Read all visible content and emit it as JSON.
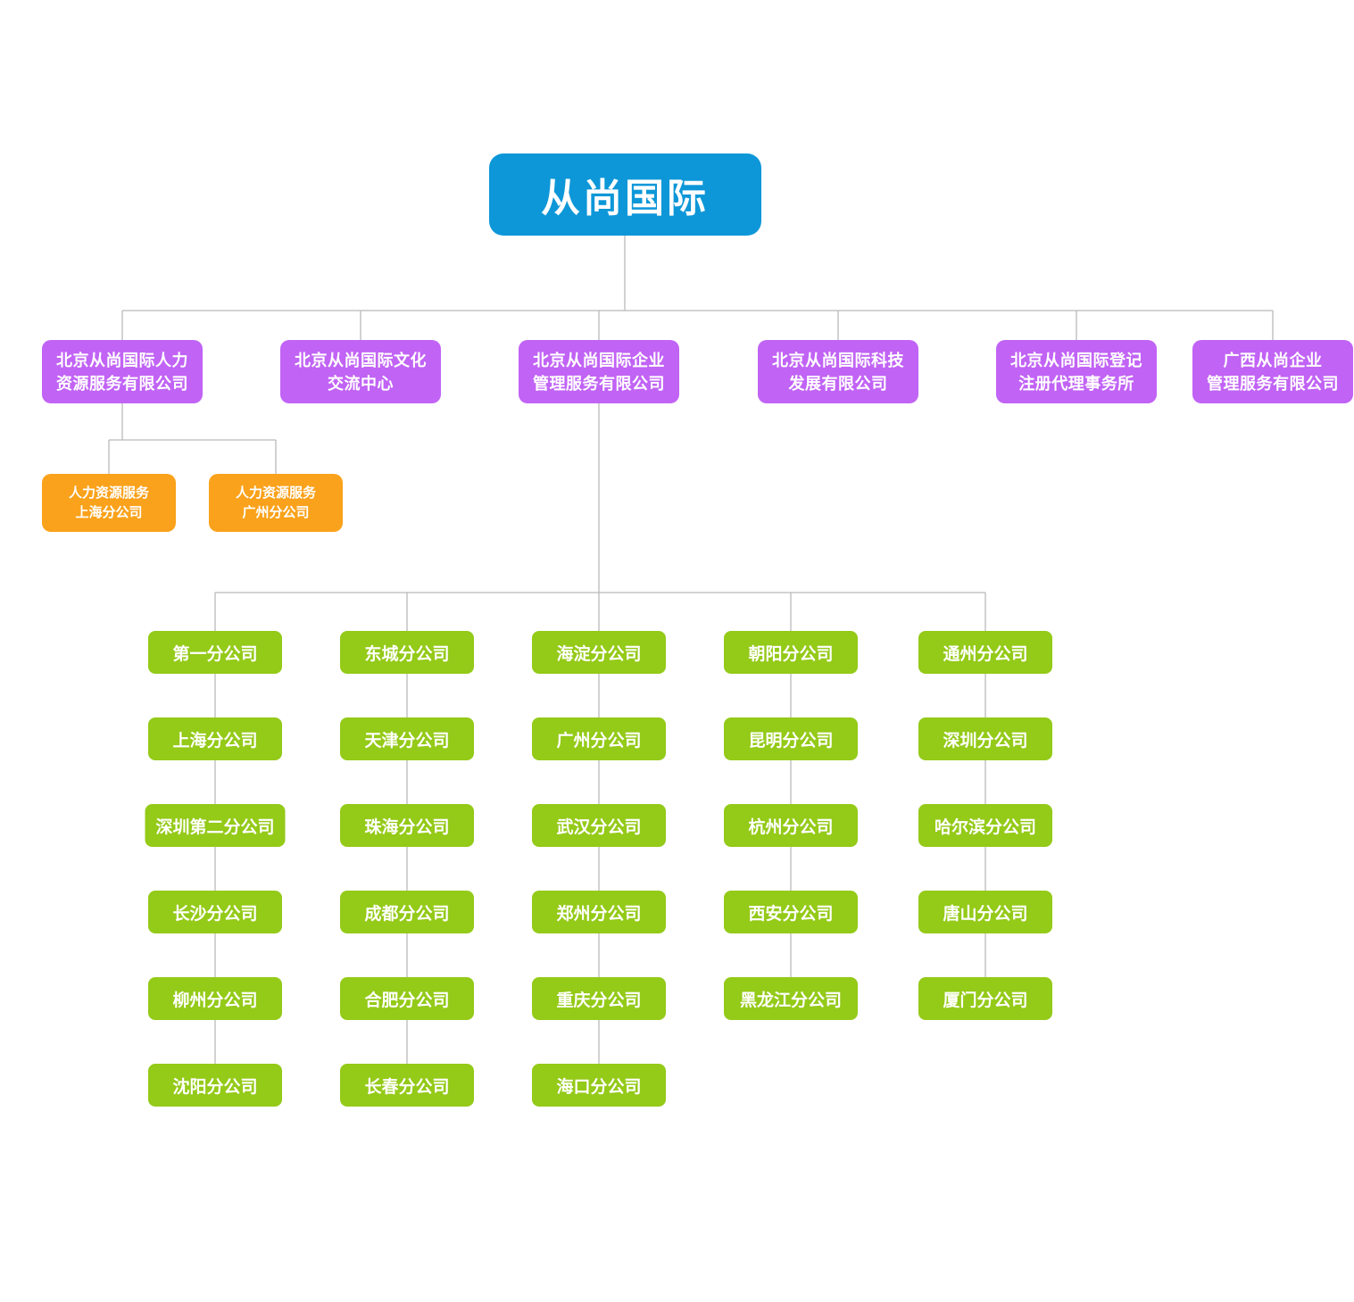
{
  "colors": {
    "page_bg": "#ffffff",
    "root_bg": "#0d97d8",
    "subsidiary_bg": "#c163f5",
    "hr_branch_bg": "#faa21b",
    "branch_bg": "#94ca18",
    "connector": "#b9b9b9",
    "node_text": "#ffffff"
  },
  "chart": {
    "root": {
      "label": "从尚国际"
    },
    "subsidiaries": [
      {
        "label": "北京从尚国际人力\n资源服务有限公司"
      },
      {
        "label": "北京从尚国际文化\n交流中心"
      },
      {
        "label": "北京从尚国际企业\n管理服务有限公司"
      },
      {
        "label": "北京从尚国际科技\n发展有限公司"
      },
      {
        "label": "北京从尚国际登记\n注册代理事务所"
      },
      {
        "label": "广西从尚企业\n管理服务有限公司"
      }
    ],
    "hr_branches": [
      {
        "label": "人力资源服务\n上海分公司"
      },
      {
        "label": "人力资源服务\n广州分公司"
      }
    ],
    "branch_columns": [
      {
        "branches": [
          "第一分公司",
          "上海分公司",
          "深圳第二分公司",
          "长沙分公司",
          "柳州分公司",
          "沈阳分公司"
        ]
      },
      {
        "branches": [
          "东城分公司",
          "天津分公司",
          "珠海分公司",
          "成都分公司",
          "合肥分公司",
          "长春分公司"
        ]
      },
      {
        "branches": [
          "海淀分公司",
          "广州分公司",
          "武汉分公司",
          "郑州分公司",
          "重庆分公司",
          "海口分公司"
        ]
      },
      {
        "branches": [
          "朝阳分公司",
          "昆明分公司",
          "杭州分公司",
          "西安分公司",
          "黑龙江分公司"
        ]
      },
      {
        "branches": [
          "通州分公司",
          "深圳分公司",
          "哈尔滨分公司",
          "唐山分公司",
          "厦门分公司"
        ]
      }
    ]
  }
}
